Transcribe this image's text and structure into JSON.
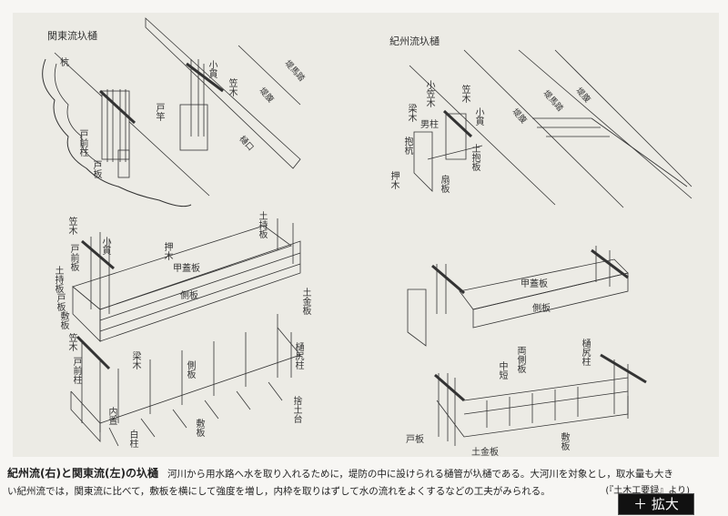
{
  "kanto": {
    "title": "関東流圦樋",
    "labels": {
      "kui": "杭",
      "tomaebashira": "戸前柱",
      "toita": "戸板",
      "konuki": "小貫",
      "kasagi": "笠木",
      "tozao": "戸竿",
      "teiumafumi": "堤馬踏",
      "teifuku": "堤腹",
      "higuchi": "樋口"
    }
  },
  "kishu": {
    "title": "紀州流圦樋",
    "labels": {
      "kokasagi": "小笠木",
      "kasagi": "笠木",
      "konuki": "小貫",
      "hariki": "梁木",
      "obashira": "男柱",
      "dakigui": "抱杭",
      "oshiki": "押木",
      "tsuchidakiita": "土抱板",
      "ogiita": "扇板",
      "teifuku1": "堤腹",
      "teiumafumi": "堤馬踏",
      "teifuku2": "堤腹"
    }
  },
  "kanto_detail": {
    "upper": {
      "kasagi": "笠木",
      "konuki": "小貫",
      "tomaeita": "戸前板",
      "tsuchimochiita1": "土持板",
      "toita": "戸板",
      "shikiita": "敷板",
      "oshiki": "押木",
      "koubutaita": "甲蓋板",
      "sokuita": "側板",
      "tsuchimochiita2": "土持板",
      "dokanaita": "土金板"
    },
    "lower": {
      "kasagi": "笠木",
      "tomaebashira": "戸前柱",
      "hariki": "梁木",
      "sokuita": "側板",
      "hijiribashira": "樋尻柱",
      "uchioki": "内置",
      "shirobashira": "白柱",
      "shikiita": "敷板",
      "sutedodai": "捨土台"
    }
  },
  "kishu_detail": {
    "upper": {
      "koubutaita": "甲蓋板",
      "sokuita": "側板"
    },
    "lower": {
      "hijiribashira": "樋尻柱",
      "ryousokuita": "両側板",
      "nakamijika": "中短",
      "toita": "戸板",
      "dokanaita": "土金板",
      "shikiita": "敷板"
    }
  },
  "caption": {
    "title": "紀州流(右)と関東流(左)の圦樋",
    "line1": "河川から用水路へ水を取り入れるために，堤防の中に設けられる樋管が圦樋である。大河川を対象とし，取水量も大き",
    "line2": "い紀州流では，関東流に比べて，敷板を横にして強度を増し，内枠を取りはずして水の流れをよくするなどの工夫がみられる。",
    "citation": "(『土木工要録』より)"
  },
  "zoom_button": {
    "label": "＋ 拡大"
  }
}
